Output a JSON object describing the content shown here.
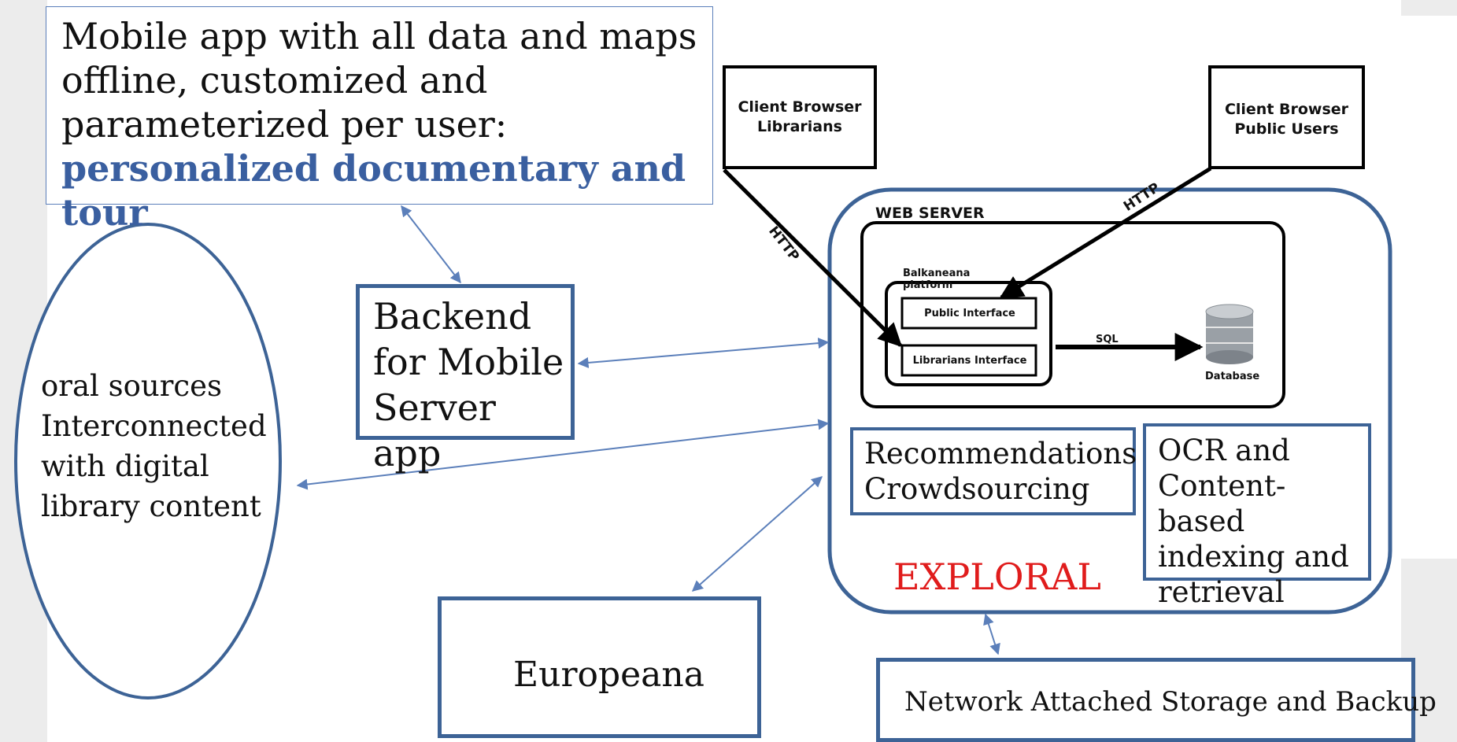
{
  "mobile_app": {
    "text": "Mobile app with all data and maps offline, customized and parameterized per user:",
    "emphasis": "personalized documentary and tour"
  },
  "backend": {
    "label": "Backend for Mobile Server app"
  },
  "oral_sources": {
    "label": "oral sources Interconnected with digital library content"
  },
  "europeana": {
    "label": "Europeana"
  },
  "nas": {
    "label": "Network Attached Storage and Backup"
  },
  "recommendations": {
    "label": "Recommendations Crowdsourcing"
  },
  "ocr": {
    "label": "OCR and Content-based indexing and retrieval"
  },
  "exploral": {
    "label": "EXPLORAL"
  },
  "web_server": {
    "title": "WEB SERVER",
    "platform_label": "Balkaneana platform",
    "public_interface": "Public Interface",
    "librarians_interface": "Librarians Interface",
    "sql_label": "SQL",
    "database_label": "Database",
    "http_label": "HTTP",
    "client_librarians": "Client Browser Librarians",
    "client_public": "Client Browser Public Users"
  },
  "colors": {
    "connector": "#5b7fba",
    "box_border": "#3d6396",
    "emphasis": "#3a5fa0",
    "exploral": "#e01c1c"
  }
}
